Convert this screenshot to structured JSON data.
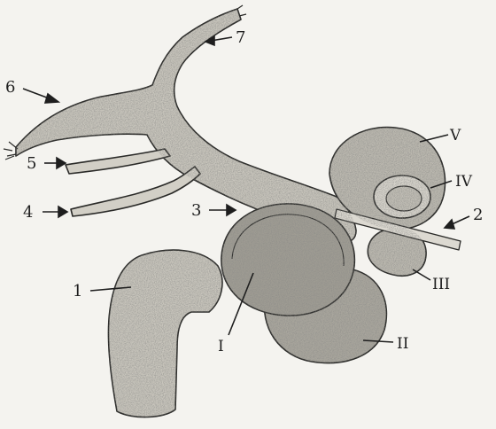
{
  "figure": {
    "labels": {
      "n1": "1",
      "n2": "2",
      "n3": "3",
      "n4": "4",
      "n5": "5",
      "n6": "6",
      "n7": "7",
      "rI": "I",
      "rII": "II",
      "rIII": "III",
      "rIV": "IV",
      "rV": "V"
    },
    "colors": {
      "paper": "#f4f3ef",
      "ink": "#1e1e1e",
      "stipple": "#4a4a48"
    }
  }
}
